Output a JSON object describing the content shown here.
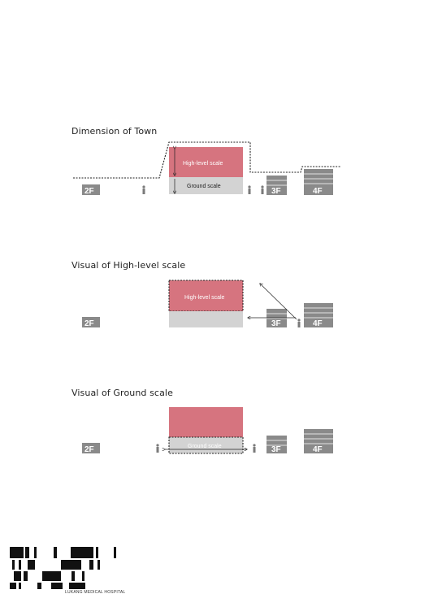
{
  "sections": [
    {
      "title": "Dimension of Town"
    },
    {
      "title": "Visual of High-level scale"
    },
    {
      "title": "Visual of Ground scale"
    }
  ],
  "labels": {
    "high_level_scale": "High-level scale",
    "ground_scale": "Ground scale"
  },
  "buildings": {
    "two_floor": "2F",
    "three_floor": "3F",
    "four_floor": "4F"
  },
  "logo": {
    "caption": "LUKANG MEDICAL HOSPITAL"
  },
  "colors": {
    "high_level_block": "#d6747f",
    "ground_block": "#d3d3d3",
    "building_grey": "#8a8a8a",
    "figure": "#7a7a7a",
    "line": "#222222"
  }
}
